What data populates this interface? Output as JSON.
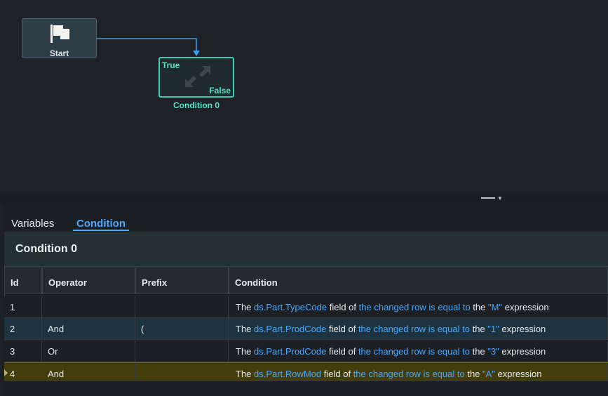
{
  "canvas": {
    "start_node": {
      "label": "Start"
    },
    "condition_node": {
      "true_label": "True",
      "false_label": "False",
      "caption": "Condition 0"
    }
  },
  "tabs": [
    {
      "label": "Variables",
      "active": false
    },
    {
      "label": "Condition",
      "active": true
    }
  ],
  "panel": {
    "title": "Condition 0",
    "columns": [
      "Id",
      "Operator",
      "Prefix",
      "Condition"
    ],
    "rows": [
      {
        "id": "1",
        "operator": "",
        "prefix": "",
        "cond": {
          "w1": "The",
          "field": "ds.Part.TypeCode",
          "w2": "field of",
          "row": "the changed row",
          "op": "is equal to",
          "w3": "the",
          "value": "\"M\"",
          "w4": "expression"
        }
      },
      {
        "id": "2",
        "operator": "And",
        "prefix": "(",
        "cond": {
          "w1": "The",
          "field": "ds.Part.ProdCode",
          "w2": "field of",
          "row": "the changed row",
          "op": "is equal to",
          "w3": "the",
          "value": "\"1\"",
          "w4": "expression"
        }
      },
      {
        "id": "3",
        "operator": "Or",
        "prefix": "",
        "cond": {
          "w1": "The",
          "field": "ds.Part.ProdCode",
          "w2": "field of",
          "row": "the changed row",
          "op": "is equal to",
          "w3": "the",
          "value": "\"3\"",
          "w4": "expression"
        }
      },
      {
        "id": "4",
        "operator": "And",
        "prefix": "",
        "cond": {
          "w1": "The",
          "field": "ds.Part.RowMod",
          "w2": "field of",
          "row": "the changed row",
          "op": "is equal to",
          "w3": "the",
          "value": "\"A\"",
          "w4": "expression"
        }
      }
    ]
  },
  "colors": {
    "accent": "#4aa8ff",
    "node_border": "#2fd1b7",
    "selected_row": "#433d0c"
  }
}
